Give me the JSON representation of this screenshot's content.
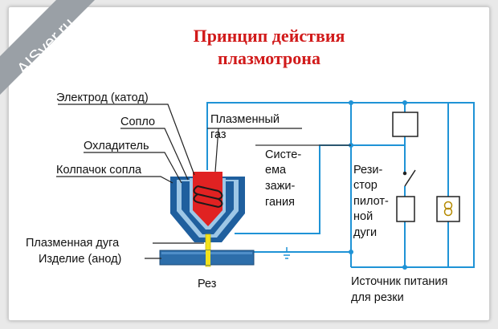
{
  "title": {
    "line1": "Принцип действия",
    "line2": "плазмотрона"
  },
  "watermark": "AISver.ru",
  "labels": {
    "electrode": "Электрод (катод)",
    "nozzle": "Сопло",
    "cooler": "Охладитель",
    "nozzle_cap": "Колпачок сопла",
    "plasma_gas_1": "Плазменный",
    "plasma_gas_2": "газ",
    "ignition_1": "Систе-",
    "ignition_2": "ема",
    "ignition_3": "зажи-",
    "ignition_4": "гания",
    "resistor_1": "Рези-",
    "resistor_2": "стор",
    "resistor_3": "пилот-",
    "resistor_4": "ной",
    "resistor_5": "дуги",
    "plasma_arc": "Плазменная дуга",
    "workpiece": "Изделие (анод)",
    "cut": "Рез",
    "power_source_1": "Источник питания",
    "power_source_2": "для резки"
  },
  "colors": {
    "title": "#d11a1a",
    "wire": "#1f93d6",
    "torch_blue": "#1f5f9e",
    "torch_light": "#9ec7e6",
    "electrode_red": "#e02222",
    "arc_yellow": "#f2e21c",
    "workpiece": "#2d6eaa"
  }
}
